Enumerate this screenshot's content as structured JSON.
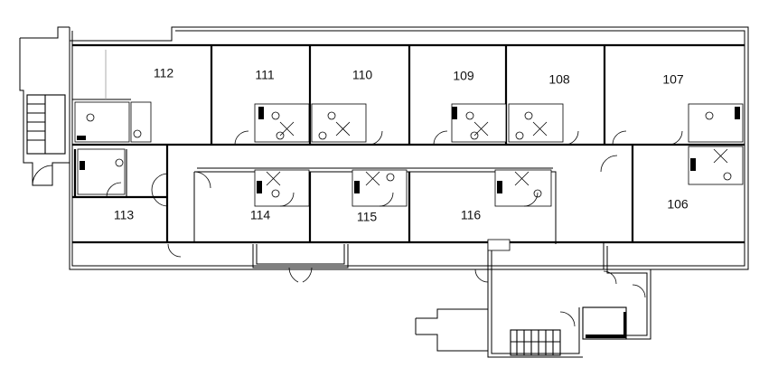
{
  "rooms": [
    {
      "id": "r112",
      "label": "112"
    },
    {
      "id": "r111",
      "label": "111"
    },
    {
      "id": "r110",
      "label": "110"
    },
    {
      "id": "r109",
      "label": "109"
    },
    {
      "id": "r108",
      "label": "108"
    },
    {
      "id": "r107",
      "label": "107"
    },
    {
      "id": "r113",
      "label": "113"
    },
    {
      "id": "r114",
      "label": "114"
    },
    {
      "id": "r115",
      "label": "115"
    },
    {
      "id": "r116",
      "label": "116"
    },
    {
      "id": "r106",
      "label": "106"
    }
  ],
  "colors": {
    "wall": "#000000",
    "background": "#ffffff",
    "accent_grey": "#999999"
  }
}
